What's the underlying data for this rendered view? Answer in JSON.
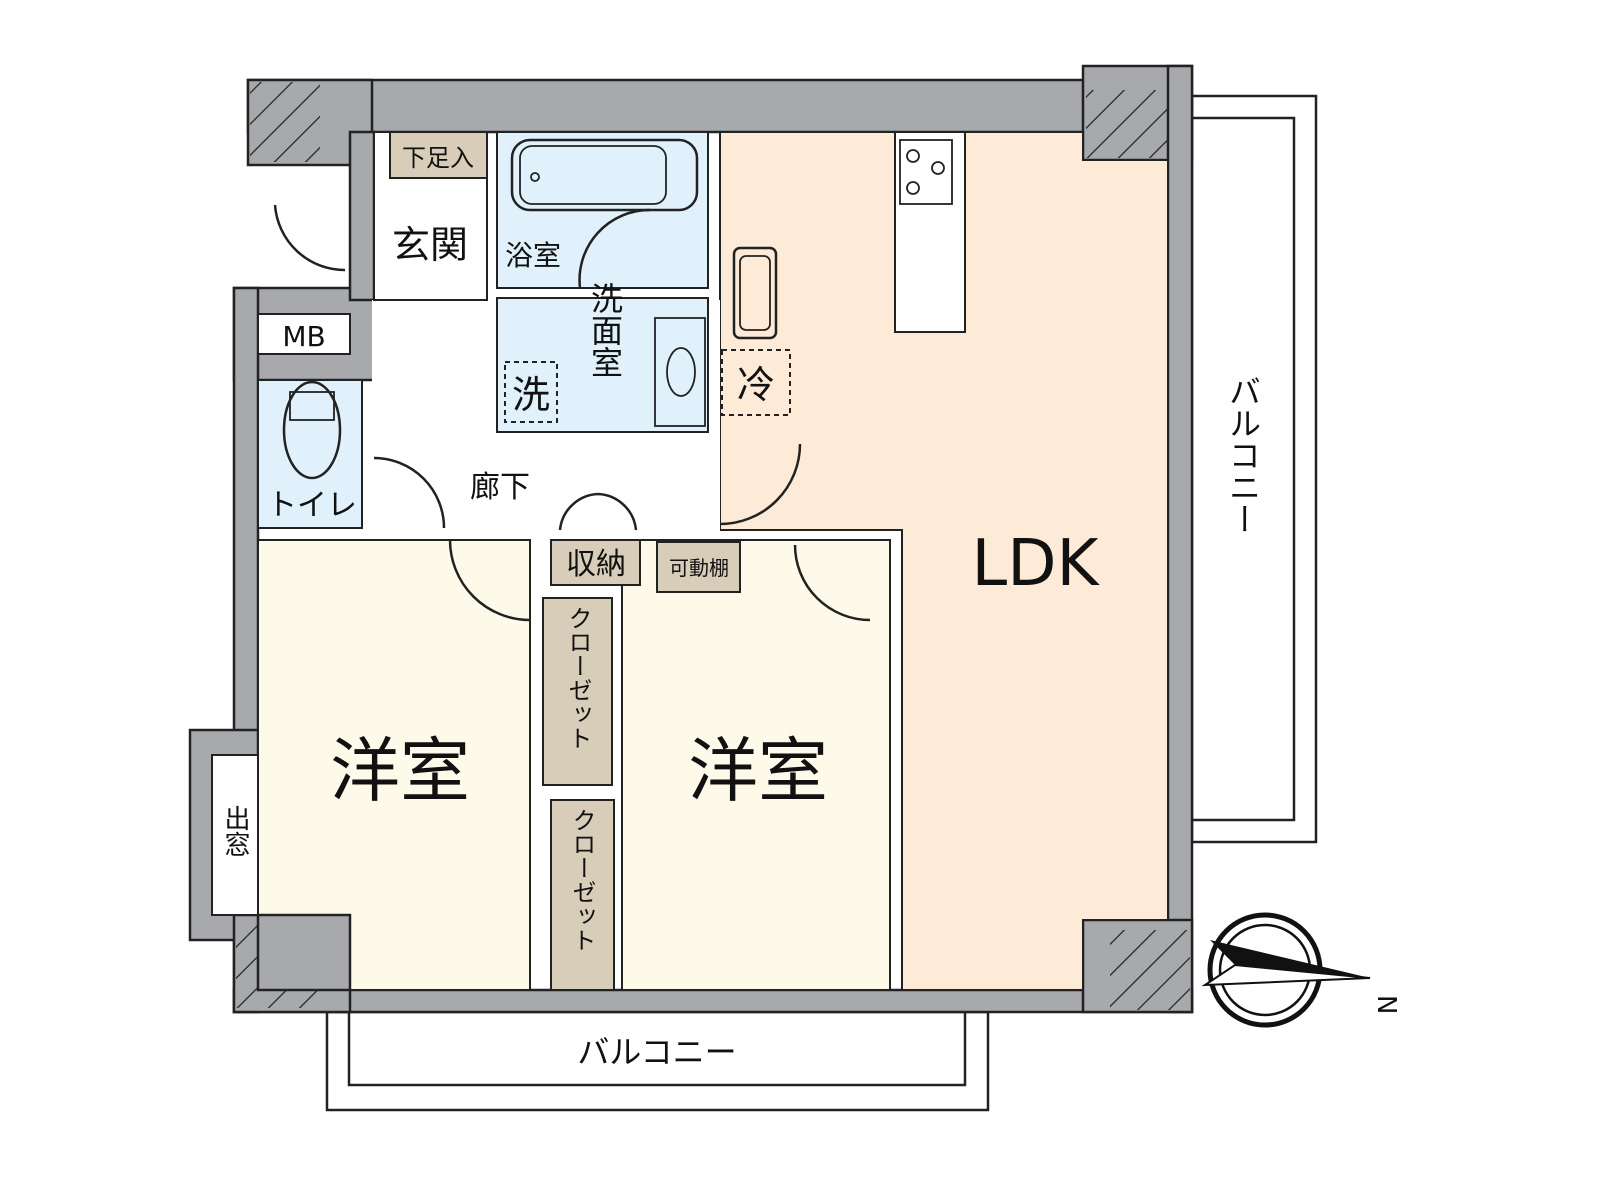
{
  "title": "間取り図",
  "rooms": {
    "ldk": "LDK",
    "western_room_1": "洋室",
    "western_room_2": "洋室",
    "entrance": "玄関",
    "shoe_storage": "下足入",
    "bathroom": "浴室",
    "washroom": "洗面室",
    "washer": "洗",
    "fridge": "冷",
    "toilet": "トイレ",
    "meter_box": "MB",
    "hallway": "廊下",
    "storage": "収納",
    "movable_shelf": "可動棚",
    "closet_1": "クローゼット",
    "closet_2": "クローゼット",
    "bay_window": "出窓",
    "balcony_south": "バルコニー",
    "balcony_east": "バルコニー"
  },
  "compass": {
    "label": "N"
  },
  "colors": {
    "wall": "#a7a9ac",
    "ldk": "#fdebd7",
    "western": "#fefaea",
    "wet": "#e1f1fb",
    "storage": "#d7cdb8"
  }
}
